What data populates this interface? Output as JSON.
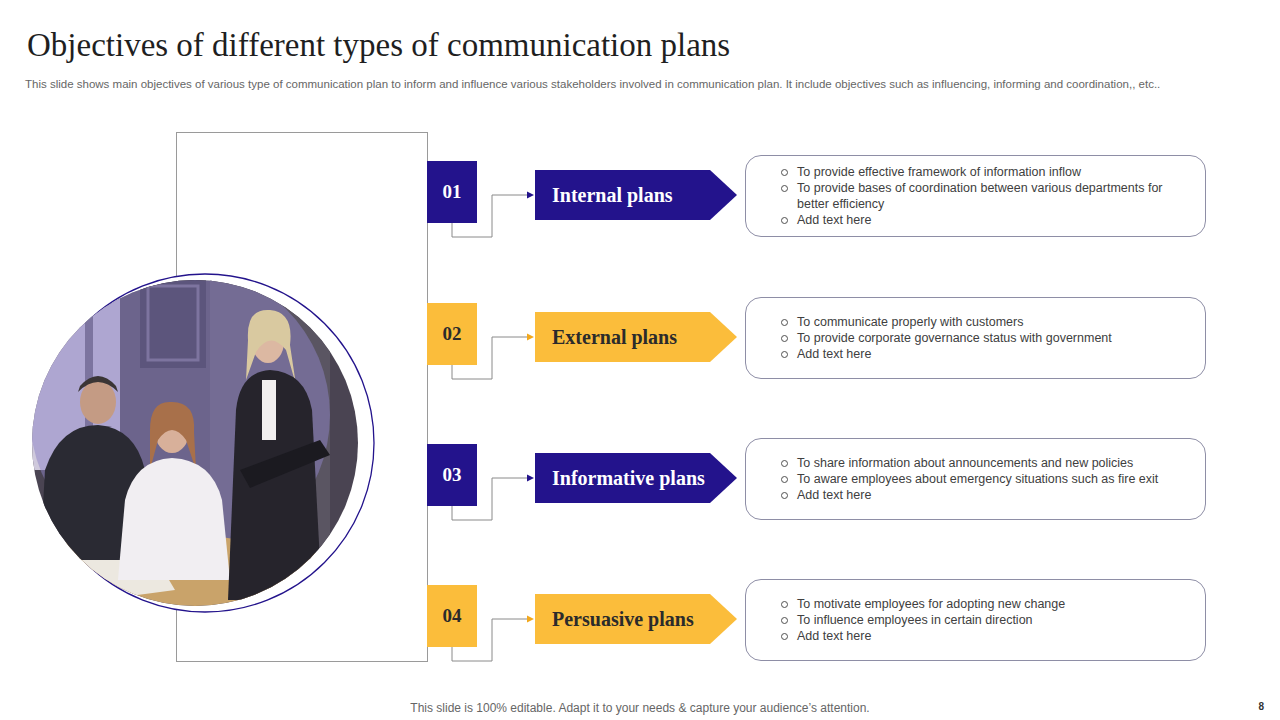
{
  "diagram": {
    "title": "Objectives of different types of communication plans",
    "nodes": [
      {
        "text": [
          "01"
        ]
      },
      {
        "text": [
          "Internal plans"
        ]
      },
      {
        "text": [
          "To provide effective framework of information inflow",
          "To provide bases of coordination between various departments for better efficiency",
          "Add text here"
        ]
      },
      {
        "text": [
          "02"
        ]
      },
      {
        "text": [
          "External plans"
        ]
      },
      {
        "text": [
          "To communicate properly with customers",
          "To provide corporate governance status with government",
          "Add text here"
        ]
      },
      {
        "text": [
          "03"
        ]
      },
      {
        "text": [
          "Informative plans"
        ]
      },
      {
        "text": [
          "To share information about announcements and new policies",
          "To aware employees about emergency situations such as fire exit",
          "Add text here"
        ]
      },
      {
        "text": [
          "04"
        ]
      },
      {
        "text": [
          "Persuasive plans"
        ]
      },
      {
        "text": [
          "To motivate employees for adopting new change",
          "To influence employees in certain direction",
          "Add text here"
        ]
      }
    ],
    "edges": [
      {
        "from": 0,
        "to": 1,
        "arrow": "to"
      },
      {
        "from": 3,
        "to": 4,
        "arrow": "to"
      },
      {
        "from": 6,
        "to": 7,
        "arrow": "to"
      },
      {
        "from": 9,
        "to": 10,
        "arrow": "to"
      }
    ],
    "labels": [
      "This slide shows main objectives of various type of communication plan to inform and influence various stakeholders involved in communication plan. It include objectives such as influencing, informing and coordination,, etc..",
      "This slide is 100% editable. Adapt it to your needs & capture your audience’s attention.",
      "8"
    ]
  }
}
